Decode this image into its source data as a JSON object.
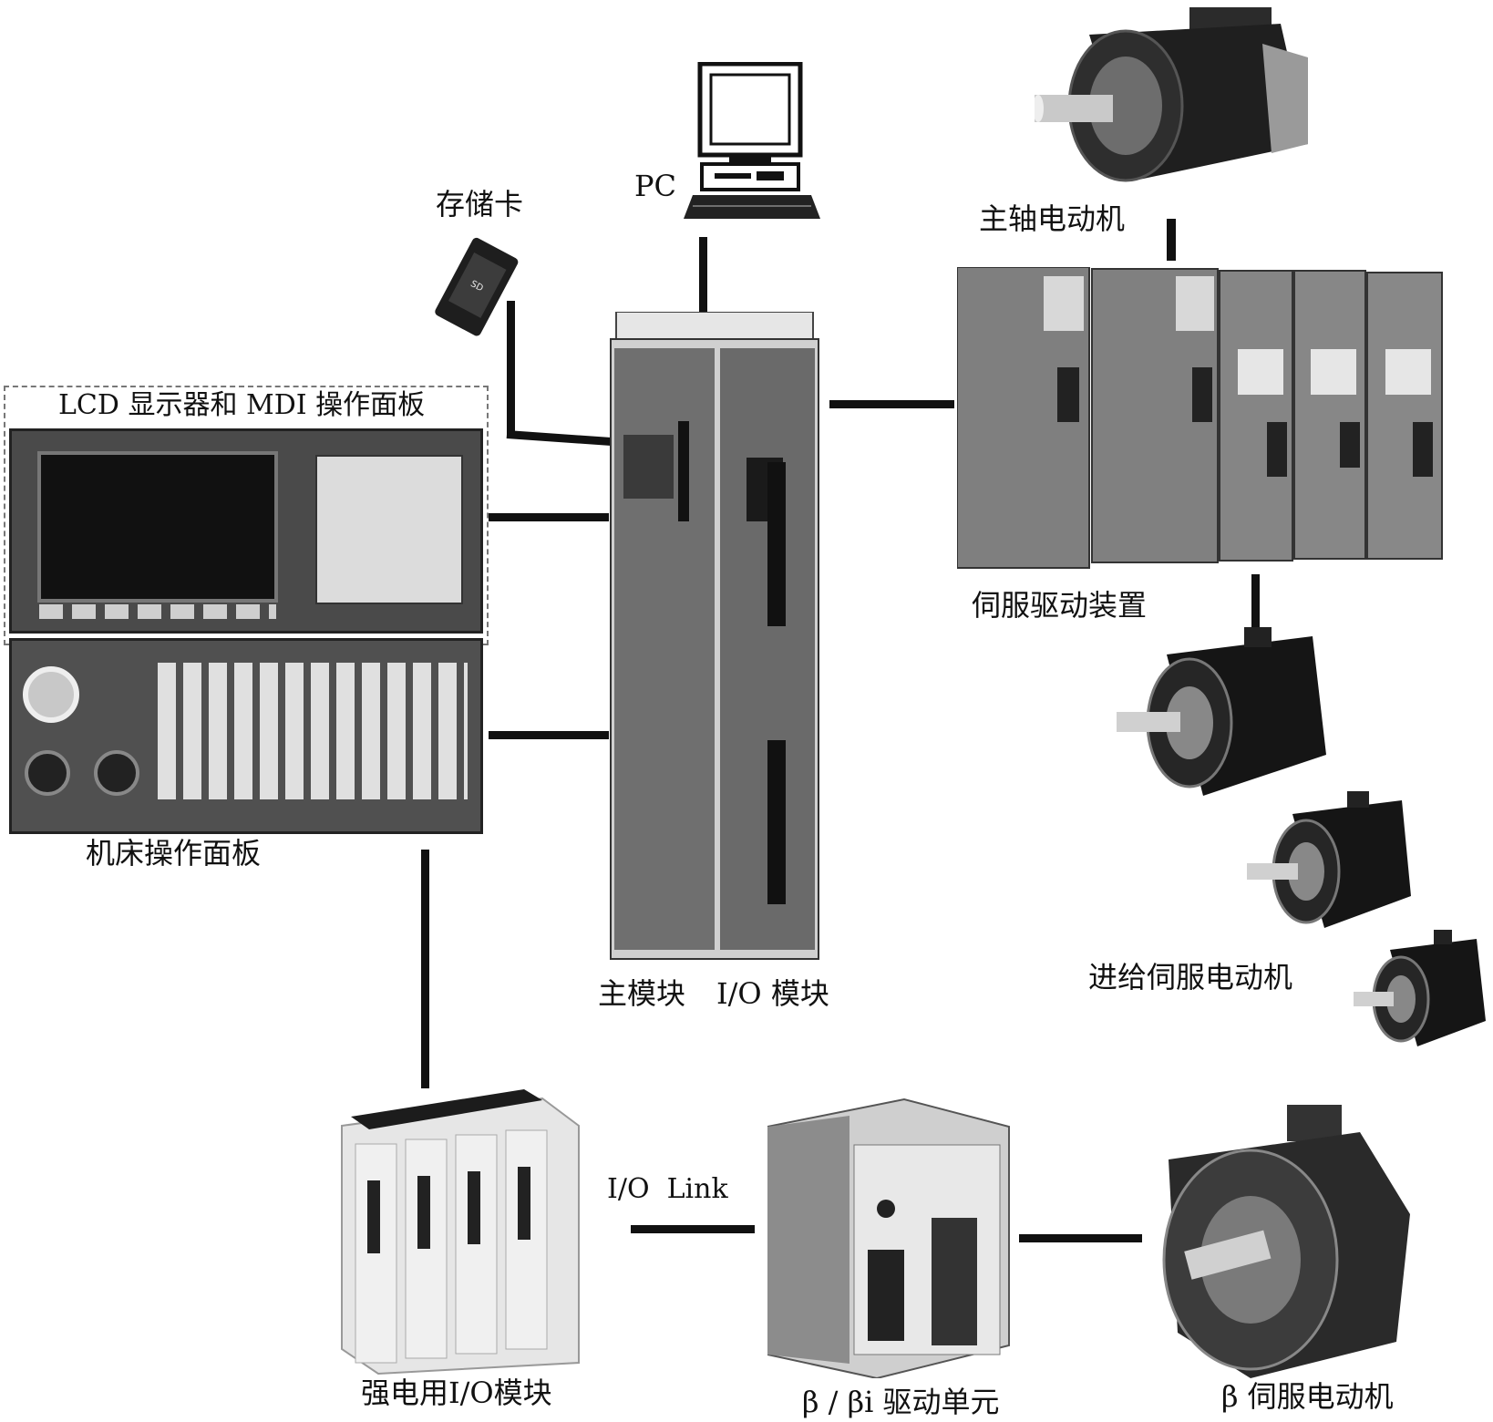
{
  "labels": {
    "memory_card": "存储卡",
    "pc": "PC",
    "spindle_motor": "主轴电动机",
    "lcd_mdi": "LCD 显示器和 MDI 操作面板",
    "servo_drive": "伺服驱动装置",
    "machine_panel": "机床操作面板",
    "main_module": "主模块",
    "io_module": "I/O 模块",
    "feed_servo_motor": "进给伺服电动机",
    "io_link": "I/O  Link",
    "power_io_module": "强电用I/O模块",
    "beta_drive": "β / βi 驱动单元",
    "beta_servo_motor": "β 伺服电动机"
  },
  "colors": {
    "line": "#111111",
    "device_dark": "#2a2a2a",
    "device_mid": "#8a8a8a",
    "device_light": "#d6d6d6"
  },
  "icons": {
    "pc": "desktop-computer-icon",
    "memory_card": "memory-card-icon",
    "motor": "servo-motor-icon"
  }
}
